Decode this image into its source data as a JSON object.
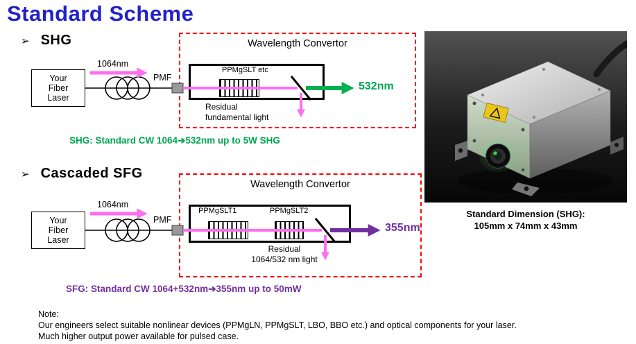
{
  "title": "Standard Scheme",
  "colors": {
    "title-blue": "#2222c8",
    "beam-pink": "#ff6ef0",
    "green": "#00a651",
    "arrow-green": "#00b050",
    "purple": "#7030a0",
    "dashed-red": "#ff0000"
  },
  "shg": {
    "bullet": "➢",
    "heading": "SHG",
    "laser_label": "Your\nFiber\nLaser",
    "input_wavelength": "1064nm",
    "pmf": "PMF",
    "convertor_title": "Wavelength Convertor",
    "crystal": "PPMgSLT etc",
    "output": "532nm",
    "residual": "Residual\nfundamental light",
    "caption": "SHG: Standard CW 1064➔532nm up to 5W SHG"
  },
  "sfg": {
    "bullet": "➢",
    "heading": "Cascaded SFG",
    "laser_label": "Your\nFiber\nLaser",
    "input_wavelength": "1064nm",
    "pmf": "PMF",
    "convertor_title": "Wavelength Convertor",
    "crystal1": "PPMgSLT1",
    "crystal2": "PPMgSLT2",
    "output": "355nm",
    "residual": "Residual\n1064/532 nm light",
    "caption": "SFG: Standard CW 1064+532nm➔355nm up to 50mW"
  },
  "photo": {
    "caption_line1": "Standard Dimension (SHG):",
    "caption_line2": "105mm x 74mm x 43mm"
  },
  "note": {
    "heading": "Note:",
    "line1": "Our engineers select suitable nonlinear devices (PPMgLN, PPMgSLT, LBO, BBO etc.) and optical components for your laser.",
    "line2": "Much higher output power available for pulsed case."
  }
}
